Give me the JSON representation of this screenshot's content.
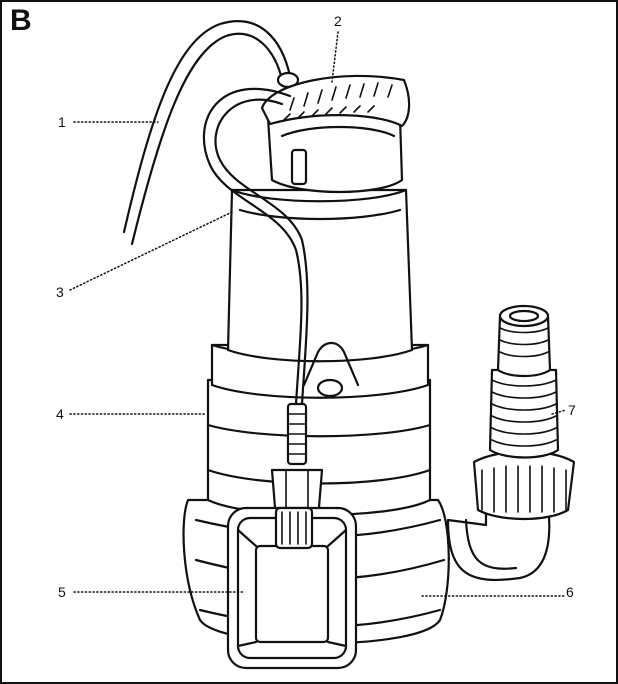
{
  "panel_letter": "B",
  "callouts": [
    {
      "id": "c1",
      "number": "1"
    },
    {
      "id": "c2",
      "number": "2"
    },
    {
      "id": "c3",
      "number": "3"
    },
    {
      "id": "c4",
      "number": "4"
    },
    {
      "id": "c5",
      "number": "5"
    },
    {
      "id": "c6",
      "number": "6"
    },
    {
      "id": "c7",
      "number": "7"
    }
  ],
  "colors": {
    "line": "#111111",
    "background": "#ffffff"
  }
}
